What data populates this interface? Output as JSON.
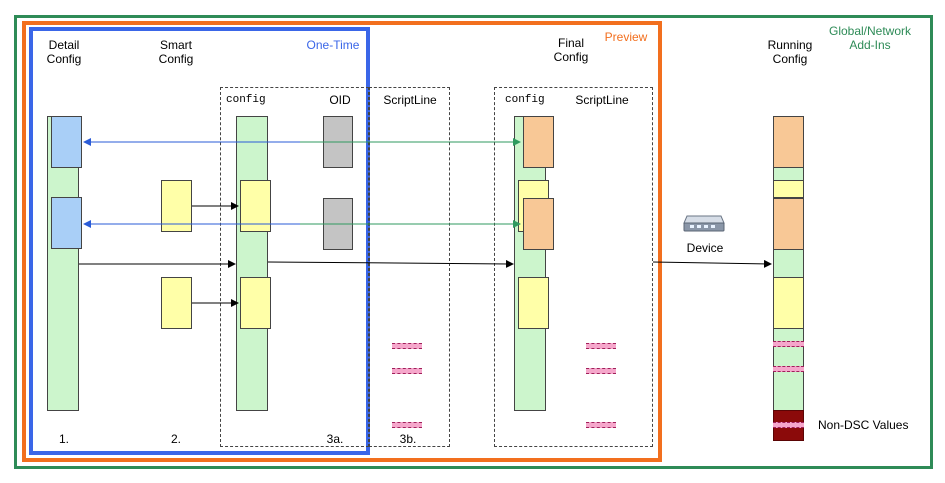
{
  "frames": {
    "global_label": "Global/Network\nAdd-Ins",
    "preview_label": "Preview",
    "onetime_label": "One-Time"
  },
  "columns": {
    "detail": "Detail\nConfig",
    "smart": "Smart\nConfig",
    "config_mono": "config",
    "oid": "OID",
    "scriptline": "ScriptLine",
    "final": "Final\nConfig",
    "final_config_mono": "config",
    "final_scriptline": "ScriptLine",
    "running": "Running\nConfig"
  },
  "steps": {
    "s1": "1.",
    "s2": "2.",
    "s3a": "3a.",
    "s3b": "3b."
  },
  "device": {
    "label": "Device"
  },
  "legend": {
    "non_dsc": "Non-DSC Values"
  },
  "colors": {
    "global_frame": "#2e8b57",
    "preview_frame": "#f26f1e",
    "onetime_frame": "#3a66e8",
    "blue_arrow": "#2a5bd7",
    "green_arrow": "#2f9a5f",
    "non_dsc": "#8b0a0a"
  }
}
